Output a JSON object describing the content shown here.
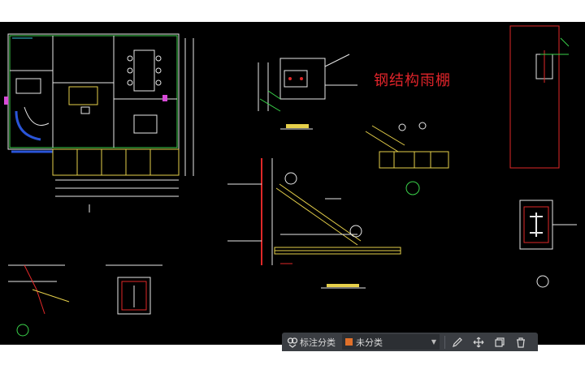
{
  "drawing": {
    "title": "钢结构雨棚",
    "colors": {
      "background": "#000000",
      "title": "#e0242a",
      "structure_yellow": "#e6d04a",
      "line_white": "#e8e8e8",
      "line_green": "#3ad24a",
      "line_magenta": "#d84bd8",
      "line_red": "#e02828",
      "line_blue": "#2a55d8",
      "line_cyan": "#38c8d8"
    }
  },
  "toolbar": {
    "annotate_label": "标注分类",
    "category_value": "未分类",
    "icons": [
      "annotate-icon",
      "edit-icon",
      "move-icon",
      "copy-icon",
      "delete-icon"
    ]
  }
}
